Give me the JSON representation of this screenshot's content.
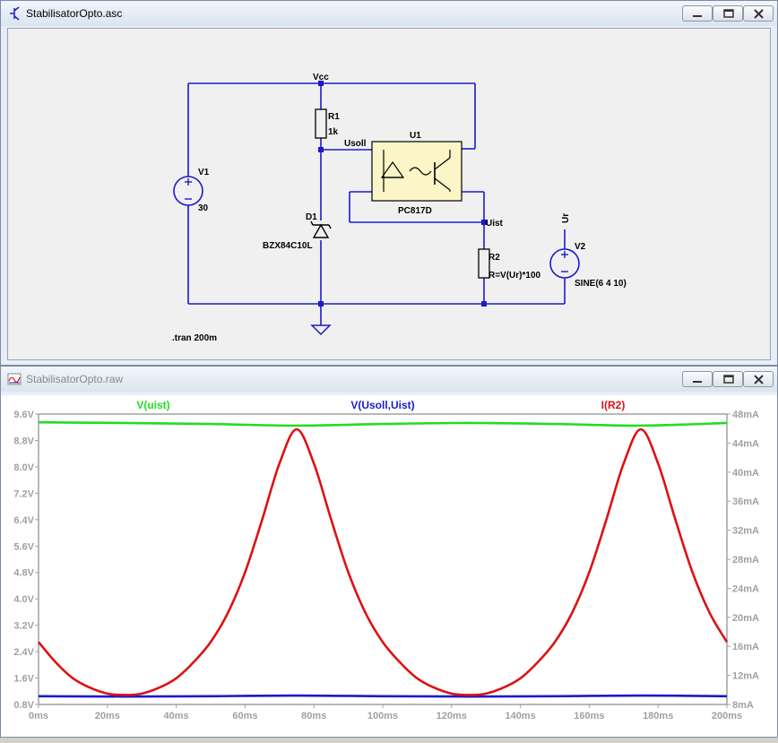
{
  "schematic_window": {
    "title": "StabilisatorOpto.asc",
    "labels": {
      "vcc": "Vcc",
      "r1_name": "R1",
      "r1_value": "1k",
      "usoll": "Usoll",
      "u1_name": "U1",
      "u1_part": "PC817D",
      "v1_name": "V1",
      "v1_value": "30",
      "d1_name": "D1",
      "d1_part": "BZX84C10L",
      "uist": "Uist",
      "r2_name": "R2",
      "r2_value": "R=V(Ur)*100",
      "ur": "Ur",
      "v2_name": "V2",
      "v2_value": "SINE(6 4 10)",
      "directive": ".tran 200m"
    }
  },
  "plot_window": {
    "title": "StabilisatorOpto.raw",
    "colors": {
      "v_uist": "#22dd22",
      "v_diff": "#1a1acc",
      "i_r2": "#dd1111",
      "axis_text": "#a0a0a0"
    },
    "chart_data": {
      "type": "line",
      "x_axis": {
        "unit": "ms",
        "range": [
          0,
          200
        ],
        "ticks": [
          "0ms",
          "20ms",
          "40ms",
          "60ms",
          "80ms",
          "100ms",
          "120ms",
          "140ms",
          "160ms",
          "180ms",
          "200ms"
        ]
      },
      "y_left": {
        "range": [
          0.8,
          9.6
        ],
        "ticks": [
          "9.6V",
          "8.8V",
          "8.0V",
          "7.2V",
          "6.4V",
          "5.6V",
          "4.8V",
          "4.0V",
          "3.2V",
          "2.4V",
          "1.6V",
          "0.8V"
        ]
      },
      "y_right": {
        "range": [
          8,
          48
        ],
        "ticks": [
          "48mA",
          "44mA",
          "40mA",
          "36mA",
          "32mA",
          "28mA",
          "24mA",
          "20mA",
          "16mA",
          "12mA",
          "8mA"
        ]
      },
      "grid": false,
      "series": [
        {
          "name": "V(uist)",
          "axis": "left",
          "x": [
            0,
            25,
            50,
            75,
            100,
            125,
            150,
            175,
            200
          ],
          "y": [
            9.35,
            9.33,
            9.3,
            9.25,
            9.3,
            9.33,
            9.3,
            9.25,
            9.33
          ]
        },
        {
          "name": "V(Usoll,Uist)",
          "axis": "left",
          "x": [
            0,
            25,
            50,
            75,
            100,
            125,
            150,
            175,
            200
          ],
          "y": [
            1.05,
            1.04,
            1.05,
            1.07,
            1.05,
            1.04,
            1.05,
            1.07,
            1.05
          ]
        },
        {
          "name": "I(R2)",
          "axis": "right",
          "x": [
            0,
            5,
            10,
            15,
            20,
            25,
            30,
            35,
            40,
            45,
            50,
            55,
            60,
            65,
            70,
            75,
            80,
            85,
            90,
            95,
            100,
            105,
            110,
            115,
            120,
            125,
            130,
            135,
            140,
            145,
            150,
            155,
            160,
            165,
            170,
            175,
            180,
            185,
            190,
            195,
            200
          ],
          "y": [
            16.6,
            13.8,
            11.6,
            10.3,
            9.5,
            9.3,
            9.5,
            10.3,
            11.6,
            13.8,
            16.6,
            20.6,
            26.2,
            33.5,
            41.2,
            45.9,
            41.2,
            33.5,
            26.2,
            20.6,
            16.6,
            13.8,
            11.6,
            10.3,
            9.5,
            9.3,
            9.5,
            10.3,
            11.6,
            13.8,
            16.6,
            20.6,
            26.2,
            33.5,
            41.2,
            45.9,
            41.2,
            33.5,
            26.2,
            20.6,
            16.6
          ]
        }
      ]
    }
  }
}
